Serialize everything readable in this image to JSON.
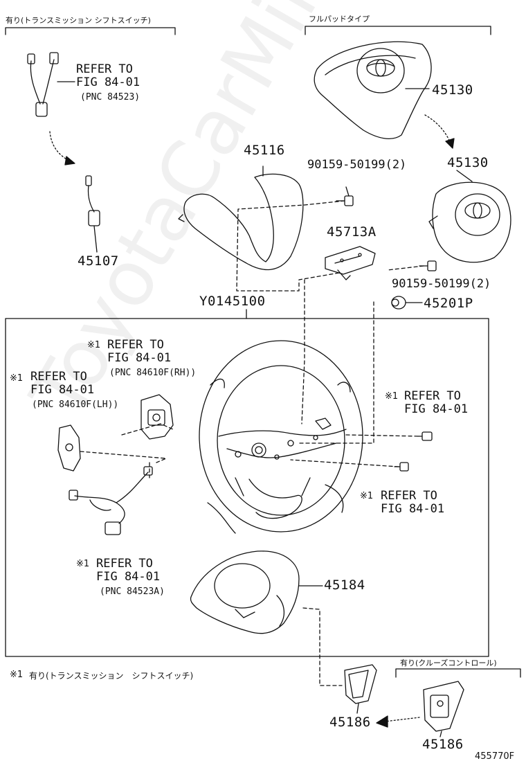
{
  "header": {
    "left_option": "有り(トランスミッション シフトスイッチ)",
    "right_option": "フルパッドタイプ"
  },
  "callouts": {
    "ref_top": {
      "line1": "REFER TO",
      "line2": "FIG 84-01",
      "line3": "(PNC 84523)"
    },
    "ref_rh": {
      "mark": "※1",
      "line1": "REFER TO",
      "line2": "FIG 84-01",
      "line3": "(PNC 84610F(RH))"
    },
    "ref_lh": {
      "mark": "※1",
      "line1": "REFER TO",
      "line2": "FIG 84-01",
      "line3": "(PNC 84610F(LH))"
    },
    "ref_right_upper": {
      "mark": "※1",
      "line1": "REFER TO",
      "line2": "FIG 84-01"
    },
    "ref_right_lower": {
      "mark": "※1",
      "line1": "REFER TO",
      "line2": "FIG 84-01"
    },
    "ref_harness": {
      "mark": "※1",
      "line1": "REFER TO",
      "line2": "FIG 84-01",
      "line3": "(PNC 84523A)"
    }
  },
  "parts": {
    "p45107": "45107",
    "p45116": "45116",
    "p45130_a": "45130",
    "p45130_b": "45130",
    "p90159_a": "90159-50199(2)",
    "p90159_b": "90159-50199(2)",
    "p45713A": "45713A",
    "pY0145100": "Y0145100",
    "p45201P": "45201P",
    "p45184": "45184",
    "p45186_a": "45186",
    "p45186_b": "45186"
  },
  "footnote": {
    "mark": "※1",
    "text": "有り(トランスミッション　シフトスイッチ)"
  },
  "cruise_option": "有り(クルーズコントロール)",
  "figure_id": "455770F",
  "watermark": "ToyotaCarMine.ru"
}
